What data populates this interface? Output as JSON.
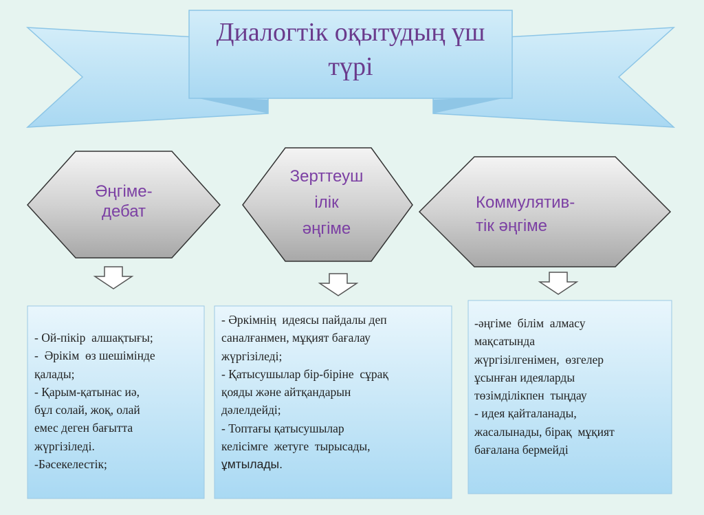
{
  "title": {
    "line1": "Диалогтік оқытудың үш",
    "line2": "түрі"
  },
  "types": [
    {
      "label_lines": [
        "Әңгіме-",
        "дебат"
      ],
      "description_lines": [
        "- Ой-пікір  алшақтығы;",
        "-  Әрікім  өз шешімінде",
        "қалады;",
        "- Қарым-қатынас иә,",
        "бұл солай, жоқ, олай",
        "емес деген бағытта",
        "жүргізіледі.",
        "-Бәсекелестік;"
      ]
    },
    {
      "label_lines": [
        "Зерттеуш",
        "ілік",
        "әңгіме"
      ],
      "description_lines": [
        "- Әркімнің  идеясы пайдалы деп",
        "саналғанмен, мұқият бағалау",
        "жүргізіледі;",
        "- Қатысушылар бір-біріне  сұрақ",
        "қояды және айтқандарын",
        "дәлелдейді;",
        "- Топтағы қатысушылар",
        "келісімге  жетуге  тырысады,",
        "ұмтылады."
      ]
    },
    {
      "label_lines": [
        "Коммулятив-",
        "тік әңгіме"
      ],
      "description_lines": [
        "-әңгіме  білім  алмасу",
        "мақсатында",
        "жүргізілгенімен,  өзгелер",
        "ұсынған идеяларды",
        "төзімділікпен  тыңдау",
        "- идея қайталанады,",
        "жасалынады, бірақ  мұқият",
        "бағалана бермейді"
      ]
    }
  ],
  "colors": {
    "title": "#6a3b8c",
    "hex_text": "#7b3fa3",
    "ribbon": "#bfe3f7",
    "background": "#e6f4f0"
  }
}
